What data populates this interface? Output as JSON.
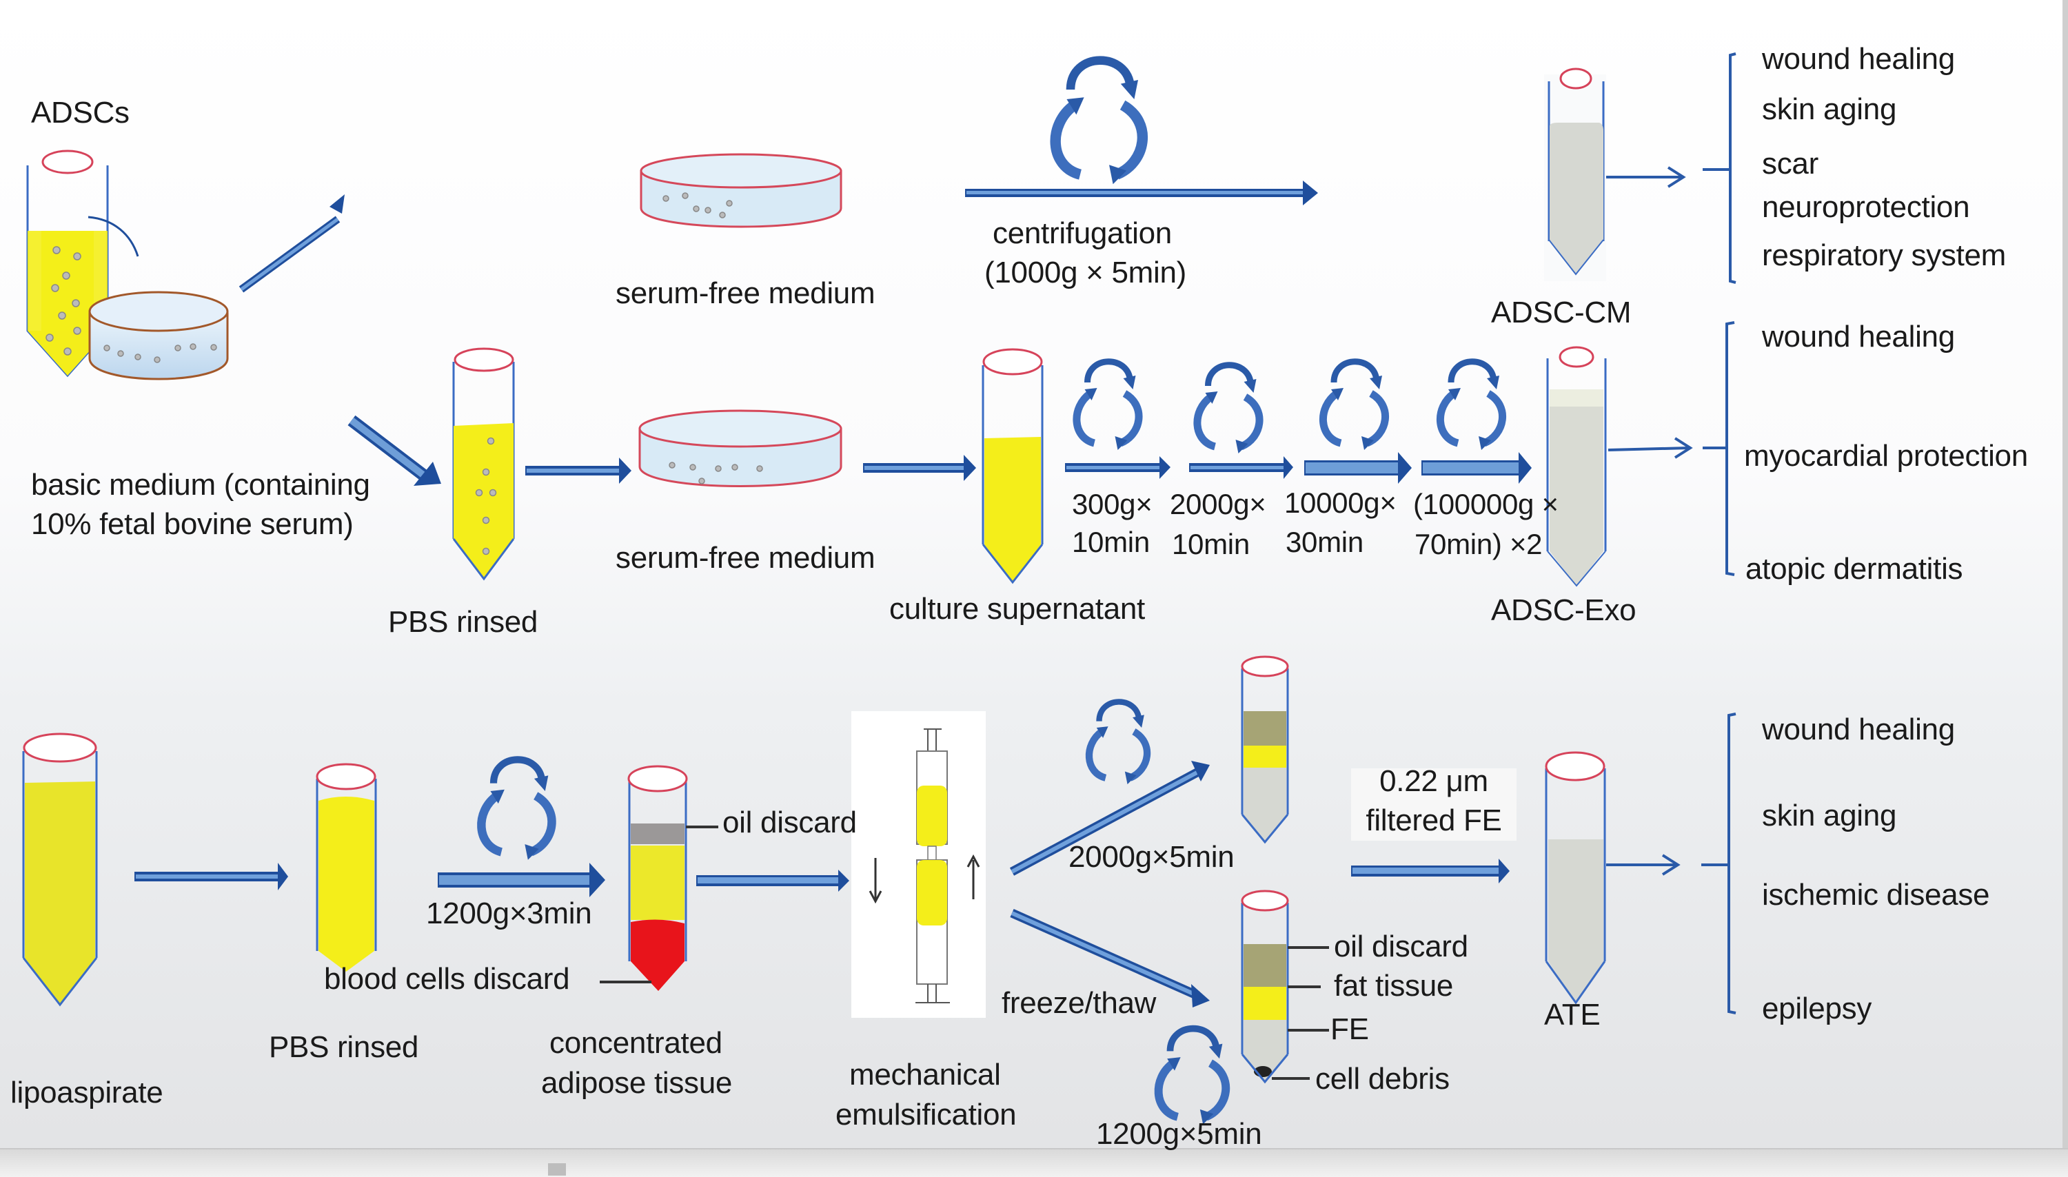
{
  "colors": {
    "arrow_blue": "#2a5aa8",
    "arrow_light": "#6e9ed8",
    "tube_outline": "#3b6cc4",
    "tube_cap": "#d6435a",
    "yellow": "#f4ee1a",
    "grey_fluid": "#d6d8d2",
    "oil_layer": "#a6a475",
    "red_blood": "#e8141b",
    "dish_fill": "#d8eaf6",
    "dish_rim_red": "#d5485a",
    "dish_rim_brown": "#a2582a"
  },
  "row1": {
    "source_label": "ADSCs",
    "basic_medium_label_1": "basic medium (containing",
    "basic_medium_label_2": "10% fetal bovine serum)",
    "serum_free_top": "serum-free medium",
    "centrifugation_label_1": "centrifugation",
    "centrifugation_label_2": "(1000g × 5min)",
    "product_cm": "ADSC-CM",
    "cm_applications": [
      "wound healing",
      "skin aging",
      "scar",
      "neuroprotection",
      "respiratory system"
    ]
  },
  "row2": {
    "pbs_rinsed": "PBS rinsed",
    "serum_free": "serum-free medium",
    "culture_supernatant": "culture supernatant",
    "steps": [
      {
        "line1": "300g×",
        "line2": "10min"
      },
      {
        "line1": "2000g×",
        "line2": "10min"
      },
      {
        "line1": "10000g×",
        "line2": "30min"
      },
      {
        "line1": "(100000g ×",
        "line2": "70min) ×2"
      }
    ],
    "product_exo": "ADSC-Exo",
    "exo_applications": [
      "wound healing",
      "myocardial protection",
      "atopic dermatitis"
    ]
  },
  "row3": {
    "lipoaspirate": "lipoaspirate",
    "pbs_rinsed": "PBS rinsed",
    "spin_1200_3": "1200g×3min",
    "oil_discard": "oil discard",
    "blood_discard": "blood cells discard",
    "concentrated_1": "concentrated",
    "concentrated_2": "adipose tissue",
    "mechanical_1": "mechanical",
    "mechanical_2": "emulsification",
    "spin_2000_5": "2000g×5min",
    "freeze_thaw": "freeze/thaw",
    "spin_1200_5": "1200g×5min",
    "layers": [
      "oil discard",
      "fat tissue",
      "FE",
      "cell debris"
    ],
    "filter_1": "0.22 μm",
    "filter_2": "filtered FE",
    "product_ate": "ATE",
    "ate_applications": [
      "wound healing",
      "skin aging",
      "ischemic disease",
      "epilepsy"
    ]
  }
}
